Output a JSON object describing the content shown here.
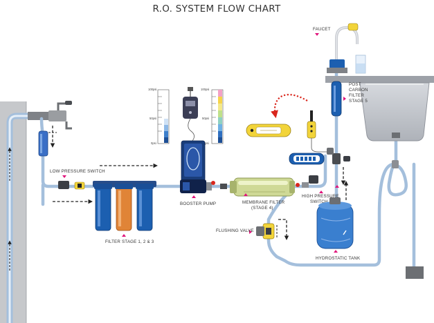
{
  "title": "R.O. SYSTEM FLOW CHART",
  "labels": {
    "faucet": "FAUCET",
    "post_carbon": [
      "POST",
      "CARBON",
      "FILTER",
      "STAGE 5"
    ],
    "low_pressure_switch": "LOW PRESSURE SWITCH",
    "booster_pump": "BOOSTER PUMP",
    "membrane_filter": [
      "MEMBRANE FILTER",
      "(STAGE 4)"
    ],
    "high_pressure_switch": [
      "HIGH PRESSURE",
      "SWITCH"
    ],
    "flushing_valve": "FLUSHING VALVE",
    "filter_stages": "FILTER STAGE 1, 2 & 3",
    "hydrostatic_tank": "HYDROSTATIC TANK"
  },
  "gauges": [
    {
      "ticks": [
        "100psi",
        "50psi",
        "0psi"
      ]
    },
    {
      "ticks": [
        "100psi",
        "50psi",
        "0psi"
      ]
    }
  ],
  "colors": {
    "pipe": "#a4bfdc",
    "housing_blue": "#1c5fb0",
    "housing_orange": "#e08437",
    "membrane": "#cfd996",
    "tank": "#3a7fcf",
    "faucet_yellow": "#f2d43a",
    "sink": "#c9ccd2",
    "marker": "#e0127a",
    "flow_red": "#d9261c"
  }
}
